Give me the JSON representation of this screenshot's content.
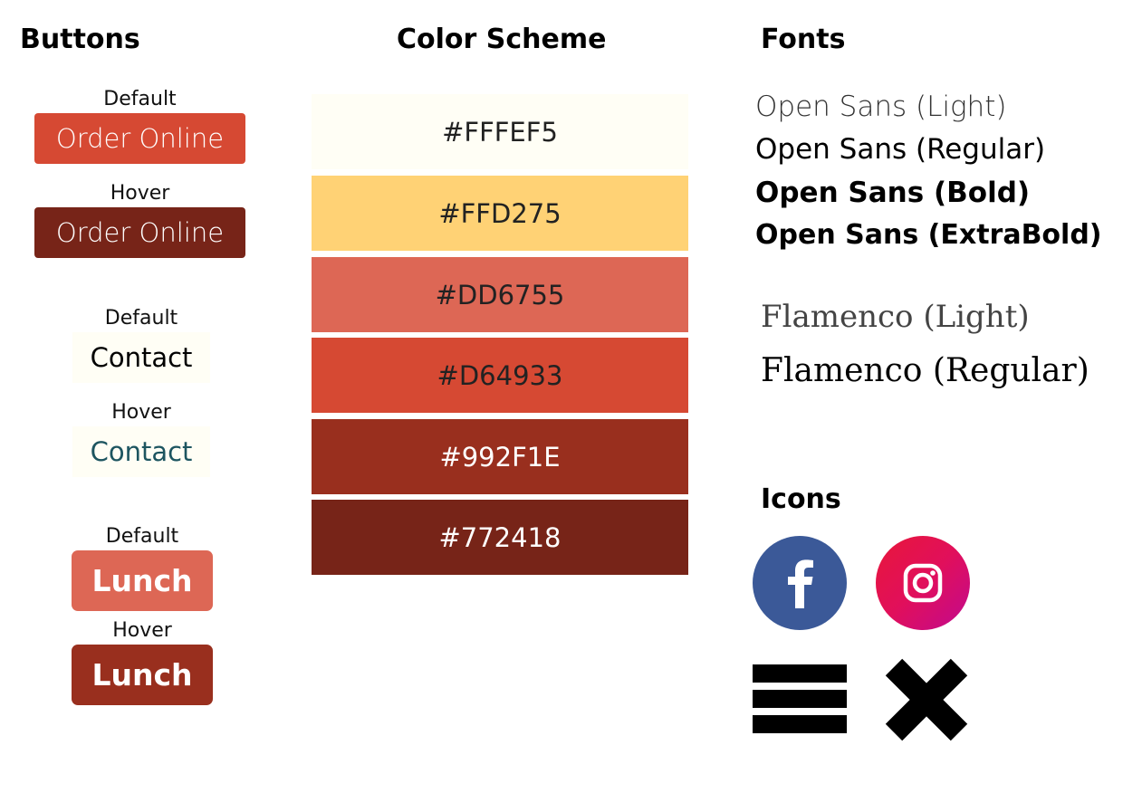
{
  "sections": {
    "buttons": "Buttons",
    "colors": "Color Scheme",
    "fonts": "Fonts",
    "icons": "Icons"
  },
  "buttons": {
    "order": {
      "default_label": "Default",
      "hover_label": "Hover",
      "text": "Order Online",
      "default_color": "#D64933",
      "hover_color": "#772418"
    },
    "contact": {
      "default_label": "Default",
      "hover_label": "Hover",
      "text": "Contact",
      "default_color": "#000000",
      "hover_color": "#1D5560",
      "background": "#FFFEF5"
    },
    "lunch": {
      "default_label": "Default",
      "hover_label": "Hover",
      "text": "Lunch",
      "default_color": "#DD6755",
      "hover_color": "#992F1E"
    }
  },
  "colors": [
    {
      "hex": "#FFFEF5",
      "text_color": "#222222"
    },
    {
      "hex": "#FFD275",
      "text_color": "#222222"
    },
    {
      "hex": "#DD6755",
      "text_color": "#222222"
    },
    {
      "hex": "#D64933",
      "text_color": "#222222"
    },
    {
      "hex": "#992F1E",
      "text_color": "#FFFFFF"
    },
    {
      "hex": "#772418",
      "text_color": "#FFFFFF"
    }
  ],
  "fonts": [
    "Open Sans (Light)",
    "Open Sans (Regular)",
    "Open Sans (Bold)",
    "Open Sans (ExtraBold)",
    "Flamenco (Light)",
    "Flamenco (Regular)"
  ],
  "icons": [
    {
      "name": "facebook-icon",
      "color": "#3B5998"
    },
    {
      "name": "instagram-icon",
      "color": "#E1306C"
    },
    {
      "name": "hamburger-menu-icon",
      "color": "#000000"
    },
    {
      "name": "close-x-icon",
      "color": "#000000"
    }
  ]
}
